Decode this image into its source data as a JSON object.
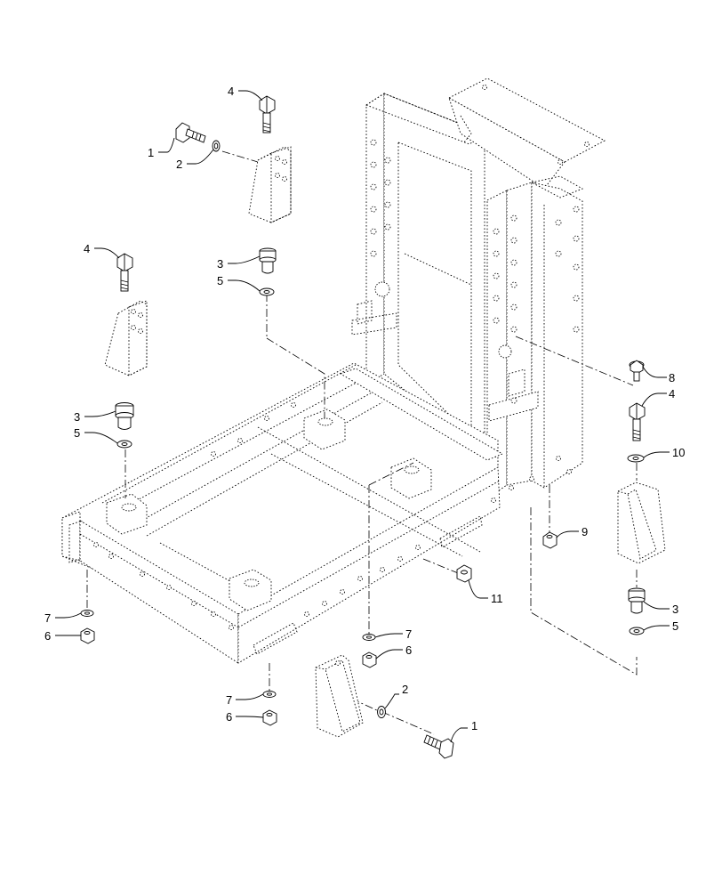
{
  "callouts": [
    {
      "id": "c1a",
      "label": "1"
    },
    {
      "id": "c2a",
      "label": "2"
    },
    {
      "id": "c4a",
      "label": "4"
    },
    {
      "id": "c4b",
      "label": "4"
    },
    {
      "id": "c3a",
      "label": "3"
    },
    {
      "id": "c5a",
      "label": "5"
    },
    {
      "id": "c3b",
      "label": "3"
    },
    {
      "id": "c5b",
      "label": "5"
    },
    {
      "id": "c8",
      "label": "8"
    },
    {
      "id": "c4c",
      "label": "4"
    },
    {
      "id": "c10",
      "label": "10"
    },
    {
      "id": "c9",
      "label": "9"
    },
    {
      "id": "c11",
      "label": "11"
    },
    {
      "id": "c3c",
      "label": "3"
    },
    {
      "id": "c5c",
      "label": "5"
    },
    {
      "id": "c7a",
      "label": "7"
    },
    {
      "id": "c6a",
      "label": "6"
    },
    {
      "id": "c7b",
      "label": "7"
    },
    {
      "id": "c6b",
      "label": "6"
    },
    {
      "id": "c7c",
      "label": "7"
    },
    {
      "id": "c6c",
      "label": "6"
    },
    {
      "id": "c2b",
      "label": "2"
    },
    {
      "id": "c1b",
      "label": "1"
    }
  ]
}
